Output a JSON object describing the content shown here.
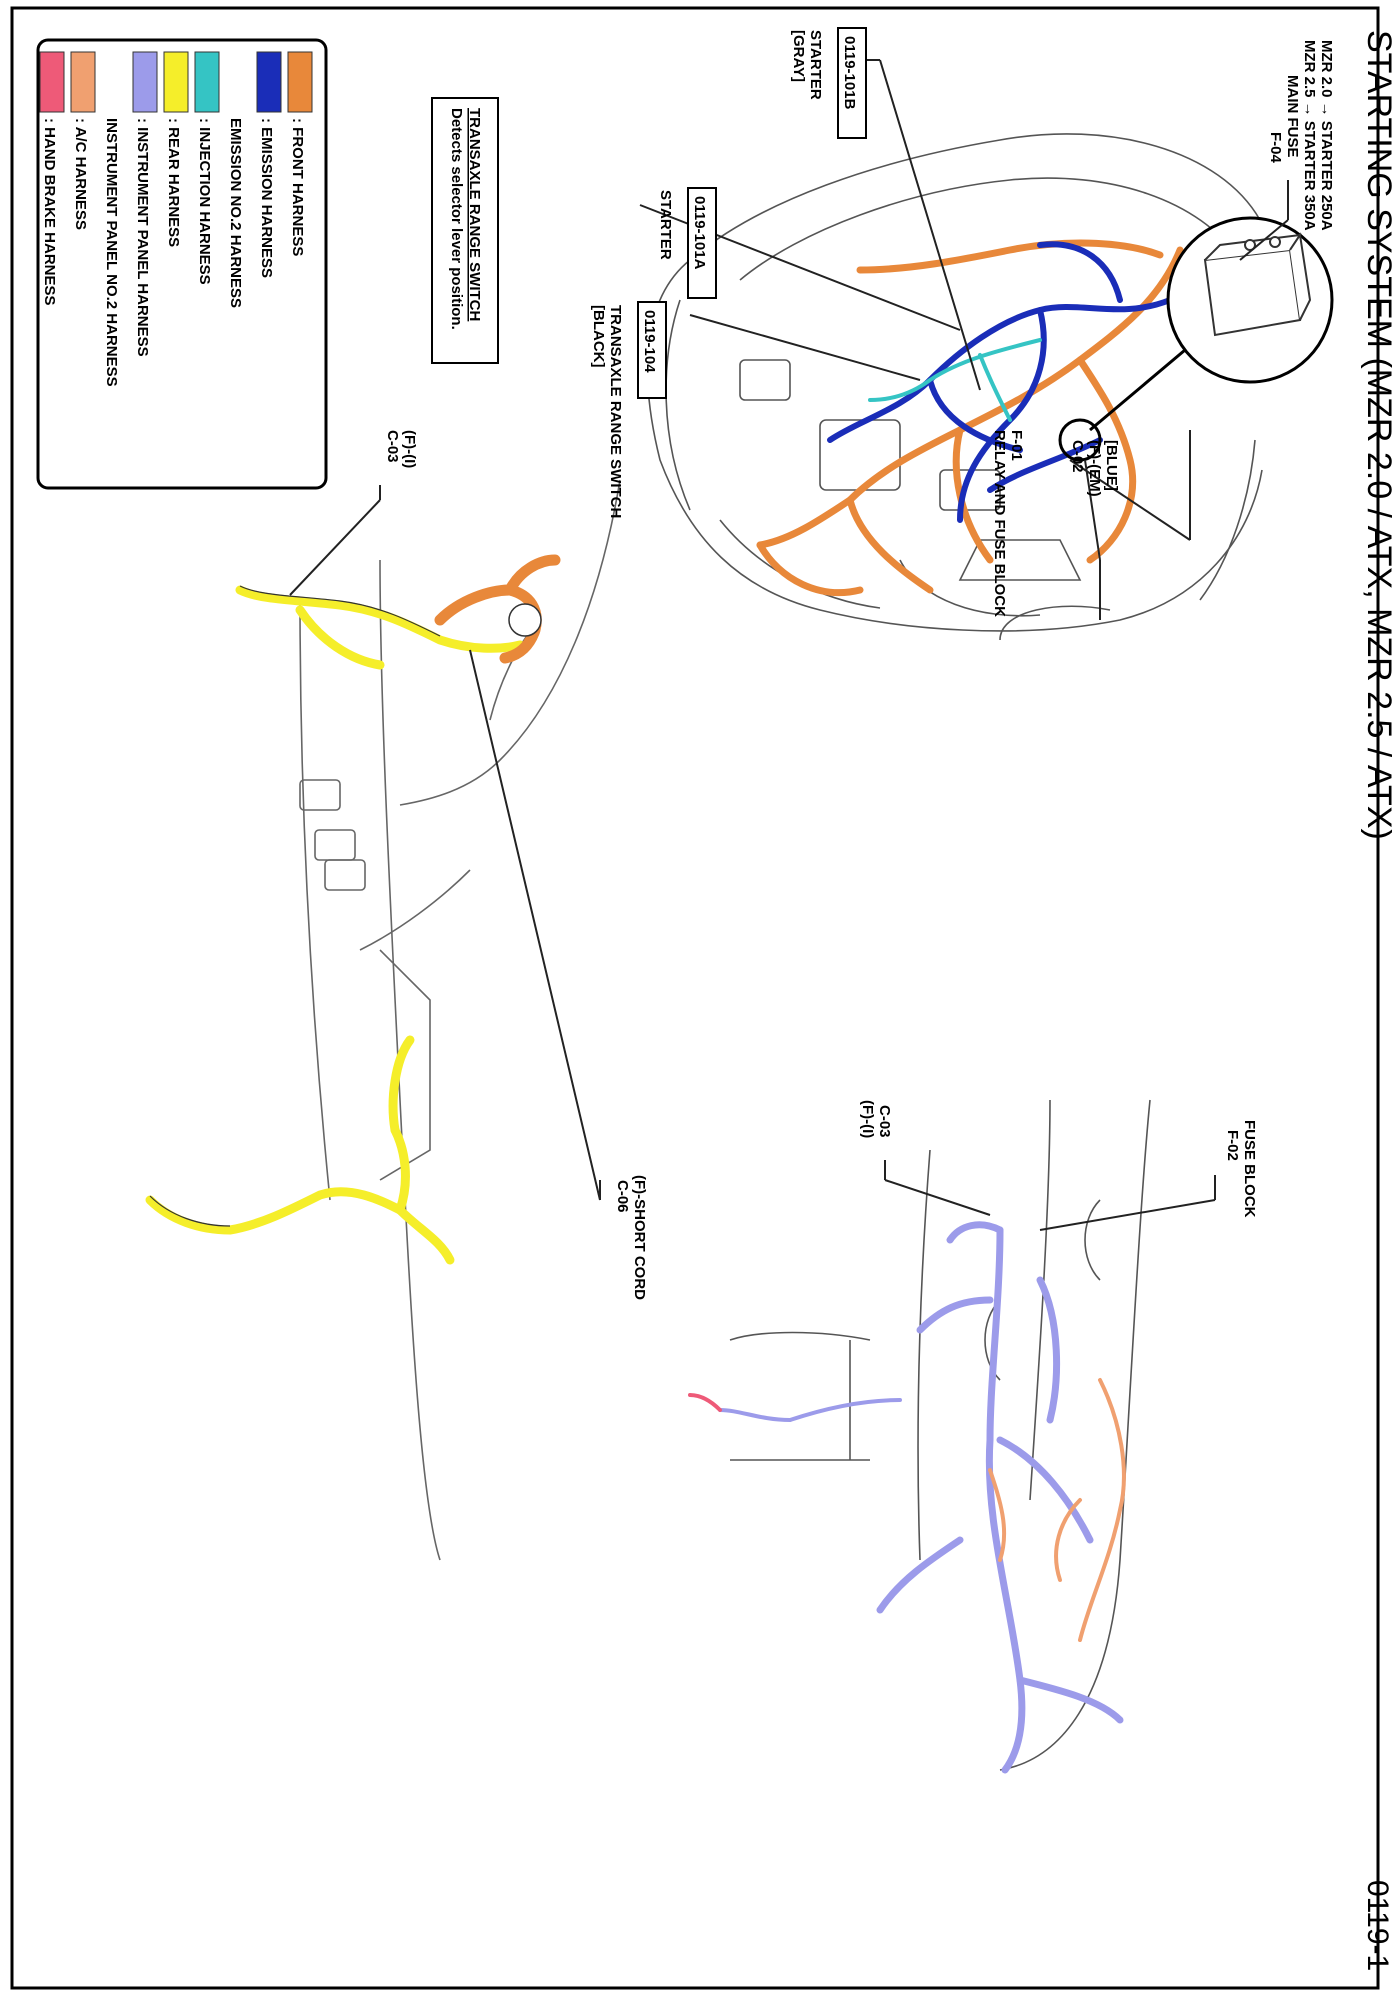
{
  "title": "STARTING SYSTEM (MZR 2.0 / ATX, MZR 2.5 / ATX)",
  "page_number": "0119-1",
  "colors": {
    "front": "#E8883A",
    "emission": "#1A2DB8",
    "injection": "#35C4C4",
    "rear": "#F5EE2A",
    "instrument": "#9C9BEA",
    "ac": "#F0A070",
    "hand_brake": "#EE5A78",
    "line": "#222222"
  },
  "legend": [
    {
      "label": ": FRONT HARNESS",
      "color": "#E8883A"
    },
    {
      "label": ": EMISSION HARNESS",
      "color": "#1A2DB8"
    },
    {
      "label": "  EMISSION NO.2 HARNESS",
      "color": ""
    },
    {
      "label": ": INJECTION HARNESS",
      "color": "#35C4C4"
    },
    {
      "label": ": REAR HARNESS",
      "color": "#F5EE2A"
    },
    {
      "label": ": INSTRUMENT PANEL HARNESS",
      "color": "#9C9BEA"
    },
    {
      "label": "  INSTRUMENT PANEL NO.2 HARNESS",
      "color": ""
    },
    {
      "label": ": A/C HARNESS",
      "color": "#F0A070"
    },
    {
      "label": ": HAND BRAKE HARNESS",
      "color": "#EE5A78"
    }
  ],
  "notes": {
    "mzr20": "MZR 2.0 → STARTER 250A",
    "mzr25": "MZR 2.5 → STARTER 350A",
    "main_fuse": "MAIN FUSE",
    "main_fuse_code": "F-04",
    "relay_code": "F-01",
    "relay_label": "RELAY AND FUSE BLOCK",
    "blue_color": "[BLUE]",
    "em_code": "(F)-(EM)",
    "c02": "C-02",
    "fuse_block": "FUSE BLOCK",
    "fuse_block_code": "F-02",
    "ip_c03": "C-03",
    "ip_code": "(F)-(I)",
    "short_cord": "(F)-SHORT CORD",
    "c06": "C-06",
    "rear_code": "(F)-(I)",
    "rear_c03": "C-03"
  },
  "callouts": [
    {
      "code": "0119-101B",
      "label": "STARTER",
      "sub": "[GRAY]"
    },
    {
      "code": "0119-101A",
      "label": "STARTER",
      "sub": ""
    },
    {
      "code": "0119-104",
      "label": "TRANSAXLE RANGE SWITCH",
      "sub": "[BLACK]"
    }
  ],
  "tip": {
    "heading": "TRANSAXLE RANGE SWITCH",
    "text": "Detects selector lever position."
  }
}
